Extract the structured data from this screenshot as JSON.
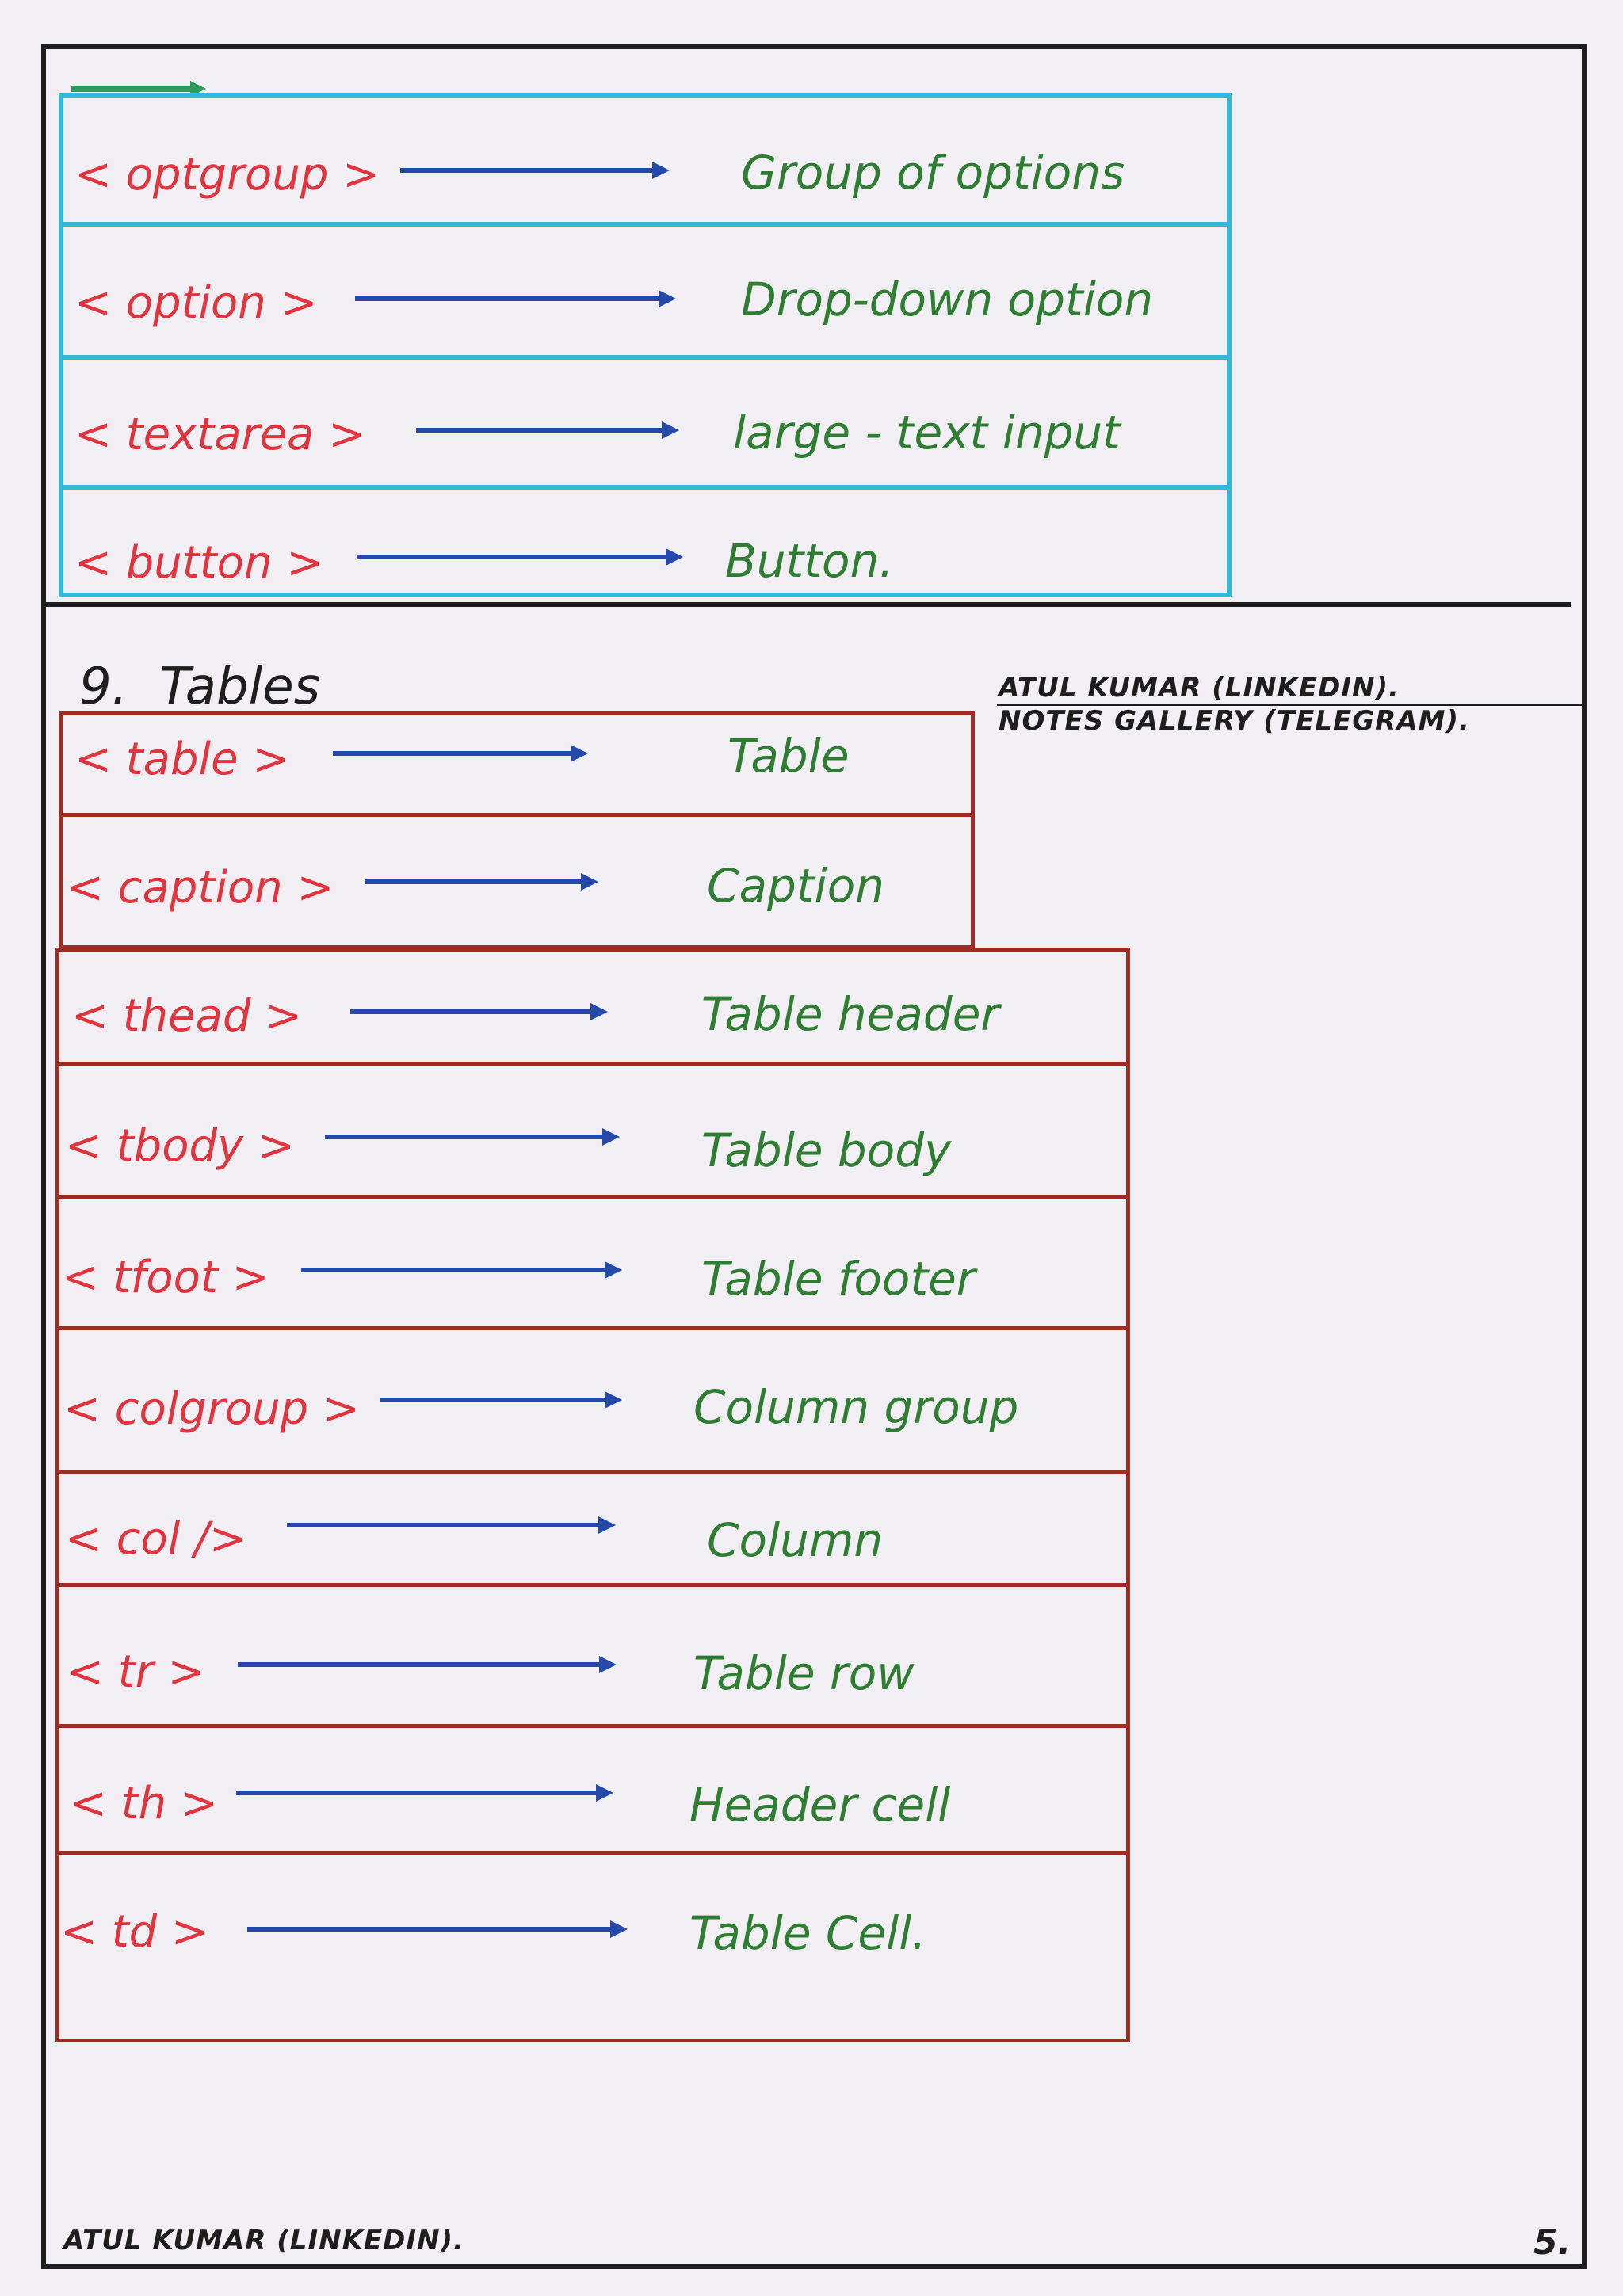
{
  "form_rows": [
    {
      "tag": "< optgroup >",
      "desc": "Group of options"
    },
    {
      "tag": "< option >",
      "desc": "Drop-down option"
    },
    {
      "tag": "< textarea >",
      "desc": "large - text input"
    },
    {
      "tag": "< button >",
      "desc": "Button."
    }
  ],
  "section": {
    "number": "9.",
    "title": "Tables"
  },
  "credits_top": {
    "line1": "ATUL KUMAR (LINKEDIN).",
    "line2": "NOTES GALLERY (TELEGRAM)."
  },
  "table_rows": [
    {
      "tag": "< table >",
      "desc": "Table"
    },
    {
      "tag": "< caption >",
      "desc": "Caption"
    },
    {
      "tag": "< thead >",
      "desc": "Table header"
    },
    {
      "tag": "< tbody >",
      "desc": "Table body"
    },
    {
      "tag": "< tfoot >",
      "desc": "Table footer"
    },
    {
      "tag": "< colgroup >",
      "desc": "Column group"
    },
    {
      "tag": "< col />",
      "desc": "Column"
    },
    {
      "tag": "< tr >",
      "desc": "Table row"
    },
    {
      "tag": "< th >",
      "desc": "Header cell"
    },
    {
      "tag": "< td >",
      "desc": "Table Cell."
    }
  ],
  "footer": {
    "credit": "ATUL KUMAR (LINKEDIN).",
    "page": "5."
  }
}
